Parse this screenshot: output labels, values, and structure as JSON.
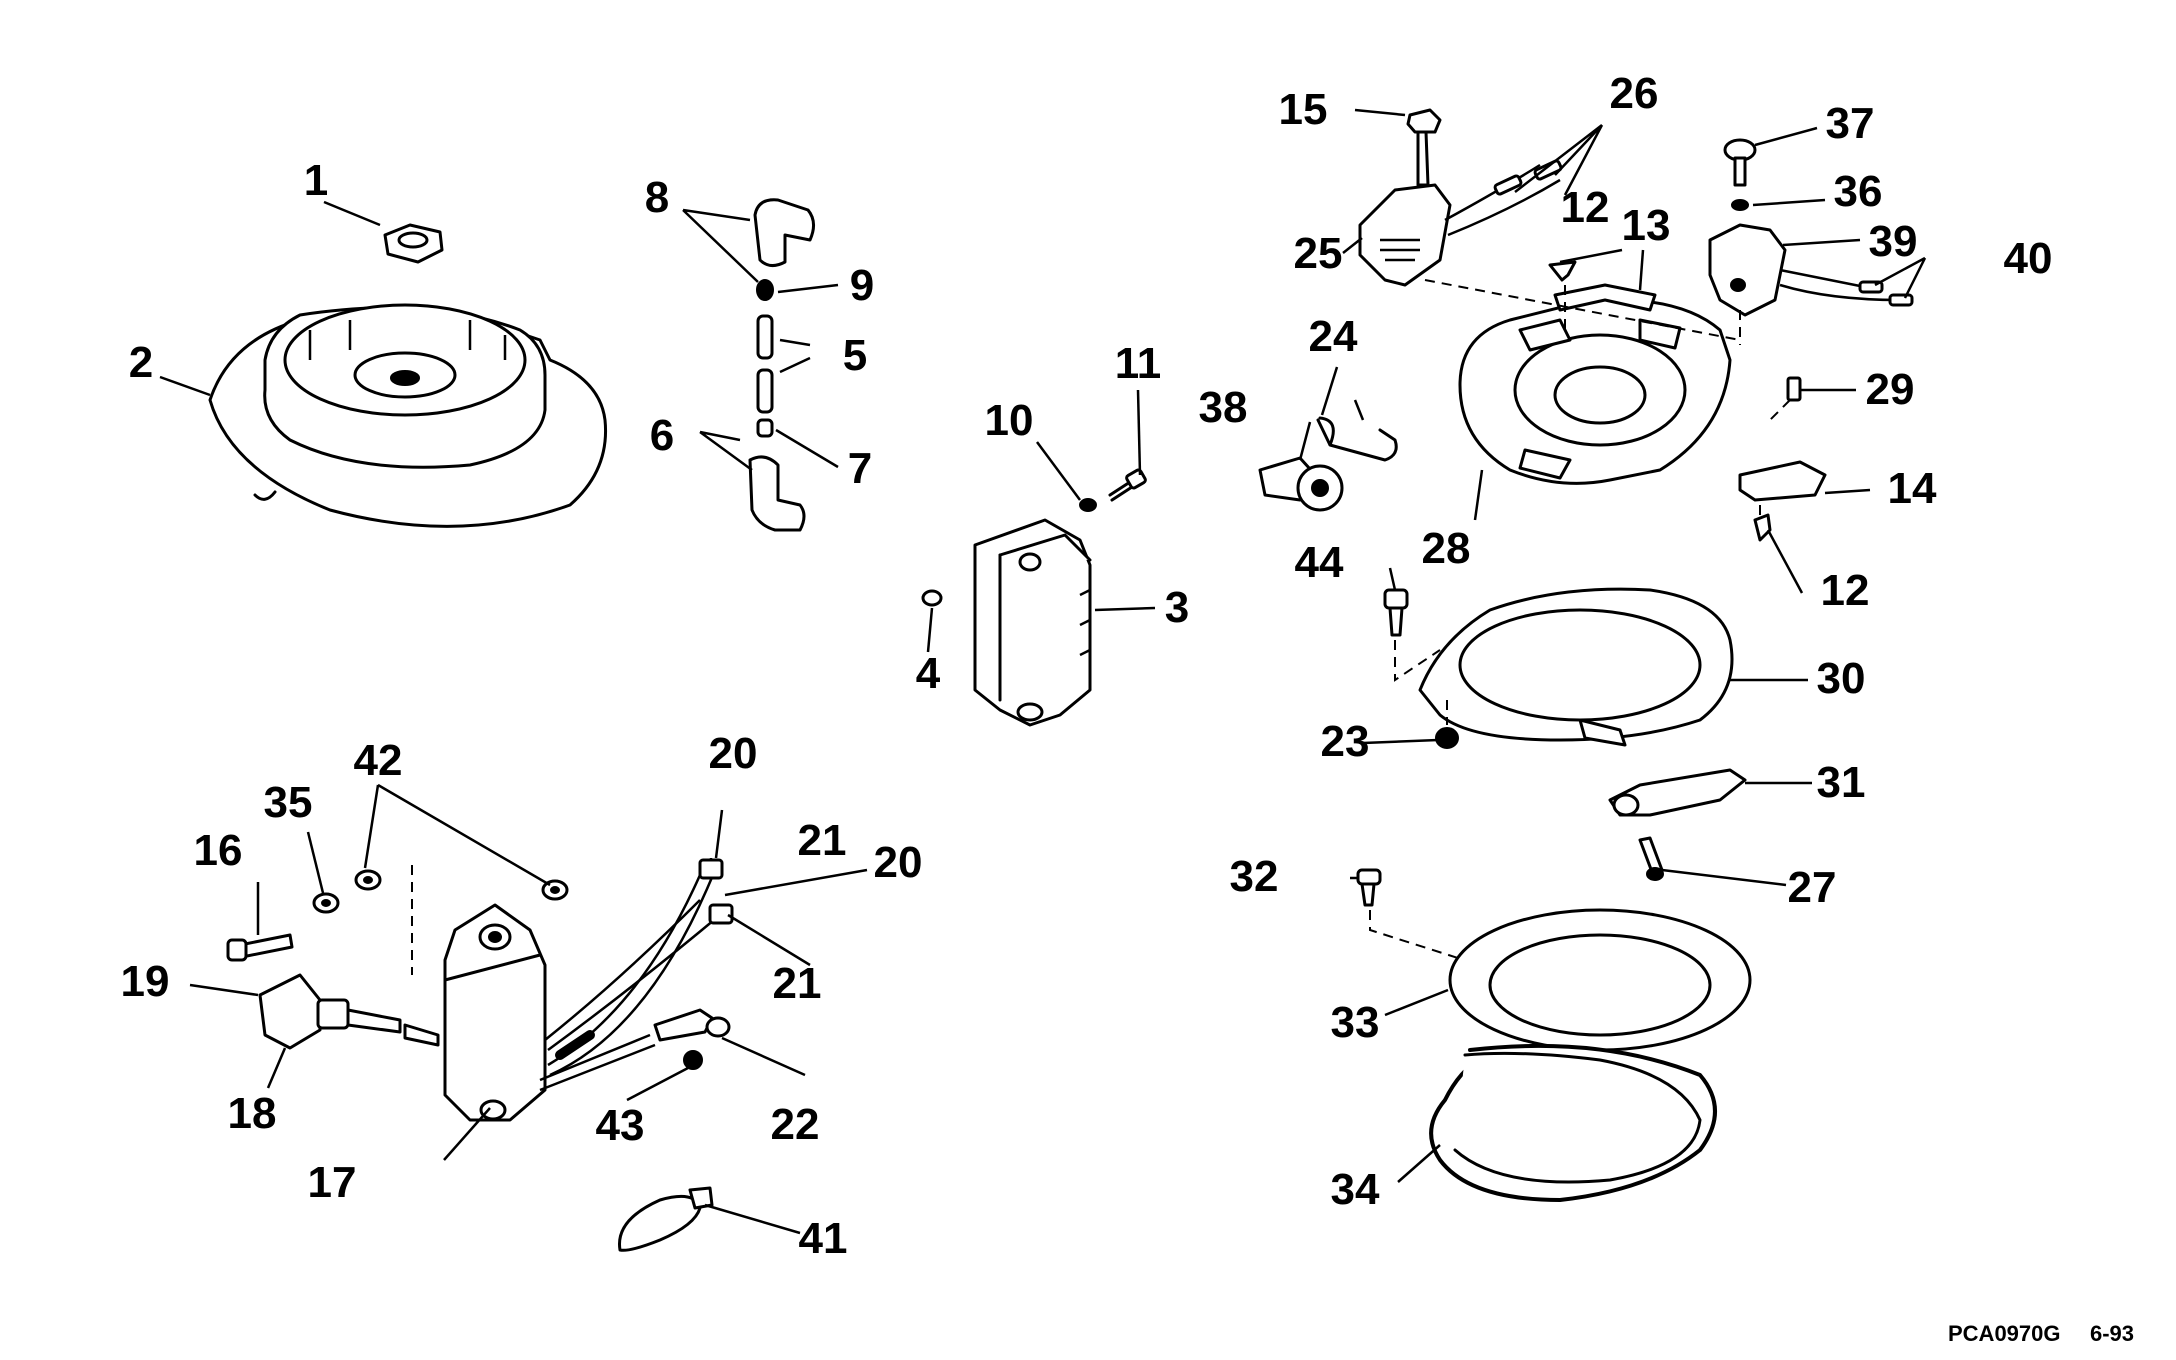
{
  "callouts": {
    "c1": "1",
    "c2": "2",
    "c3": "3",
    "c4": "4",
    "c5": "5",
    "c6": "6",
    "c7": "7",
    "c8": "8",
    "c9": "9",
    "c10": "10",
    "c11": "11",
    "c12a": "12",
    "c12b": "12",
    "c13": "13",
    "c14": "14",
    "c15": "15",
    "c16": "16",
    "c17": "17",
    "c18": "18",
    "c19": "19",
    "c20a": "20",
    "c20b": "20",
    "c21a": "21",
    "c21b": "21",
    "c22": "22",
    "c23": "23",
    "c24": "24",
    "c25": "25",
    "c26": "26",
    "c27": "27",
    "c28": "28",
    "c29": "29",
    "c30": "30",
    "c31": "31",
    "c32": "32",
    "c33": "33",
    "c34": "34",
    "c35": "35",
    "c36": "36",
    "c37": "37",
    "c38": "38",
    "c39": "39",
    "c40": "40",
    "c41": "41",
    "c42": "42",
    "c43": "43",
    "c44": "44"
  },
  "footer": {
    "drawing_code": "PCA0970G",
    "date_code": "6-93"
  }
}
